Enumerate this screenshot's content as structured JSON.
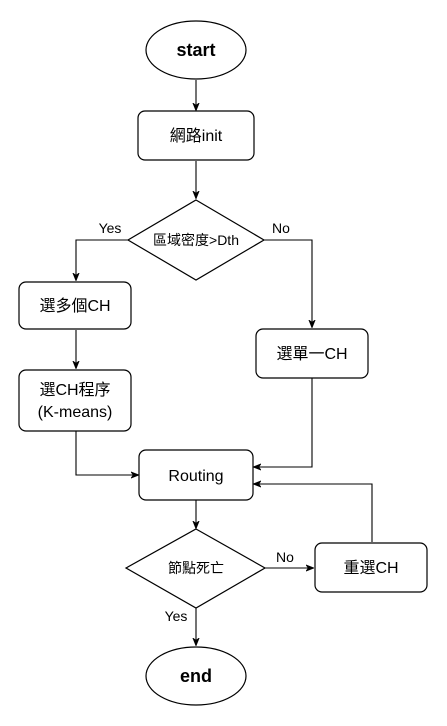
{
  "nodes": {
    "start": "start",
    "init": "網路init",
    "decision_density": "區域密度>Dth",
    "multi_ch": "選多個CH",
    "ch_program_line1": "選CH程序",
    "ch_program_line2": "(K-means)",
    "single_ch": "選單一CH",
    "routing": "Routing",
    "decision_dead": "節點死亡",
    "reselect_ch": "重選CH",
    "end": "end"
  },
  "edges": {
    "density_yes": "Yes",
    "density_no": "No",
    "dead_no": "No",
    "dead_yes": "Yes"
  }
}
